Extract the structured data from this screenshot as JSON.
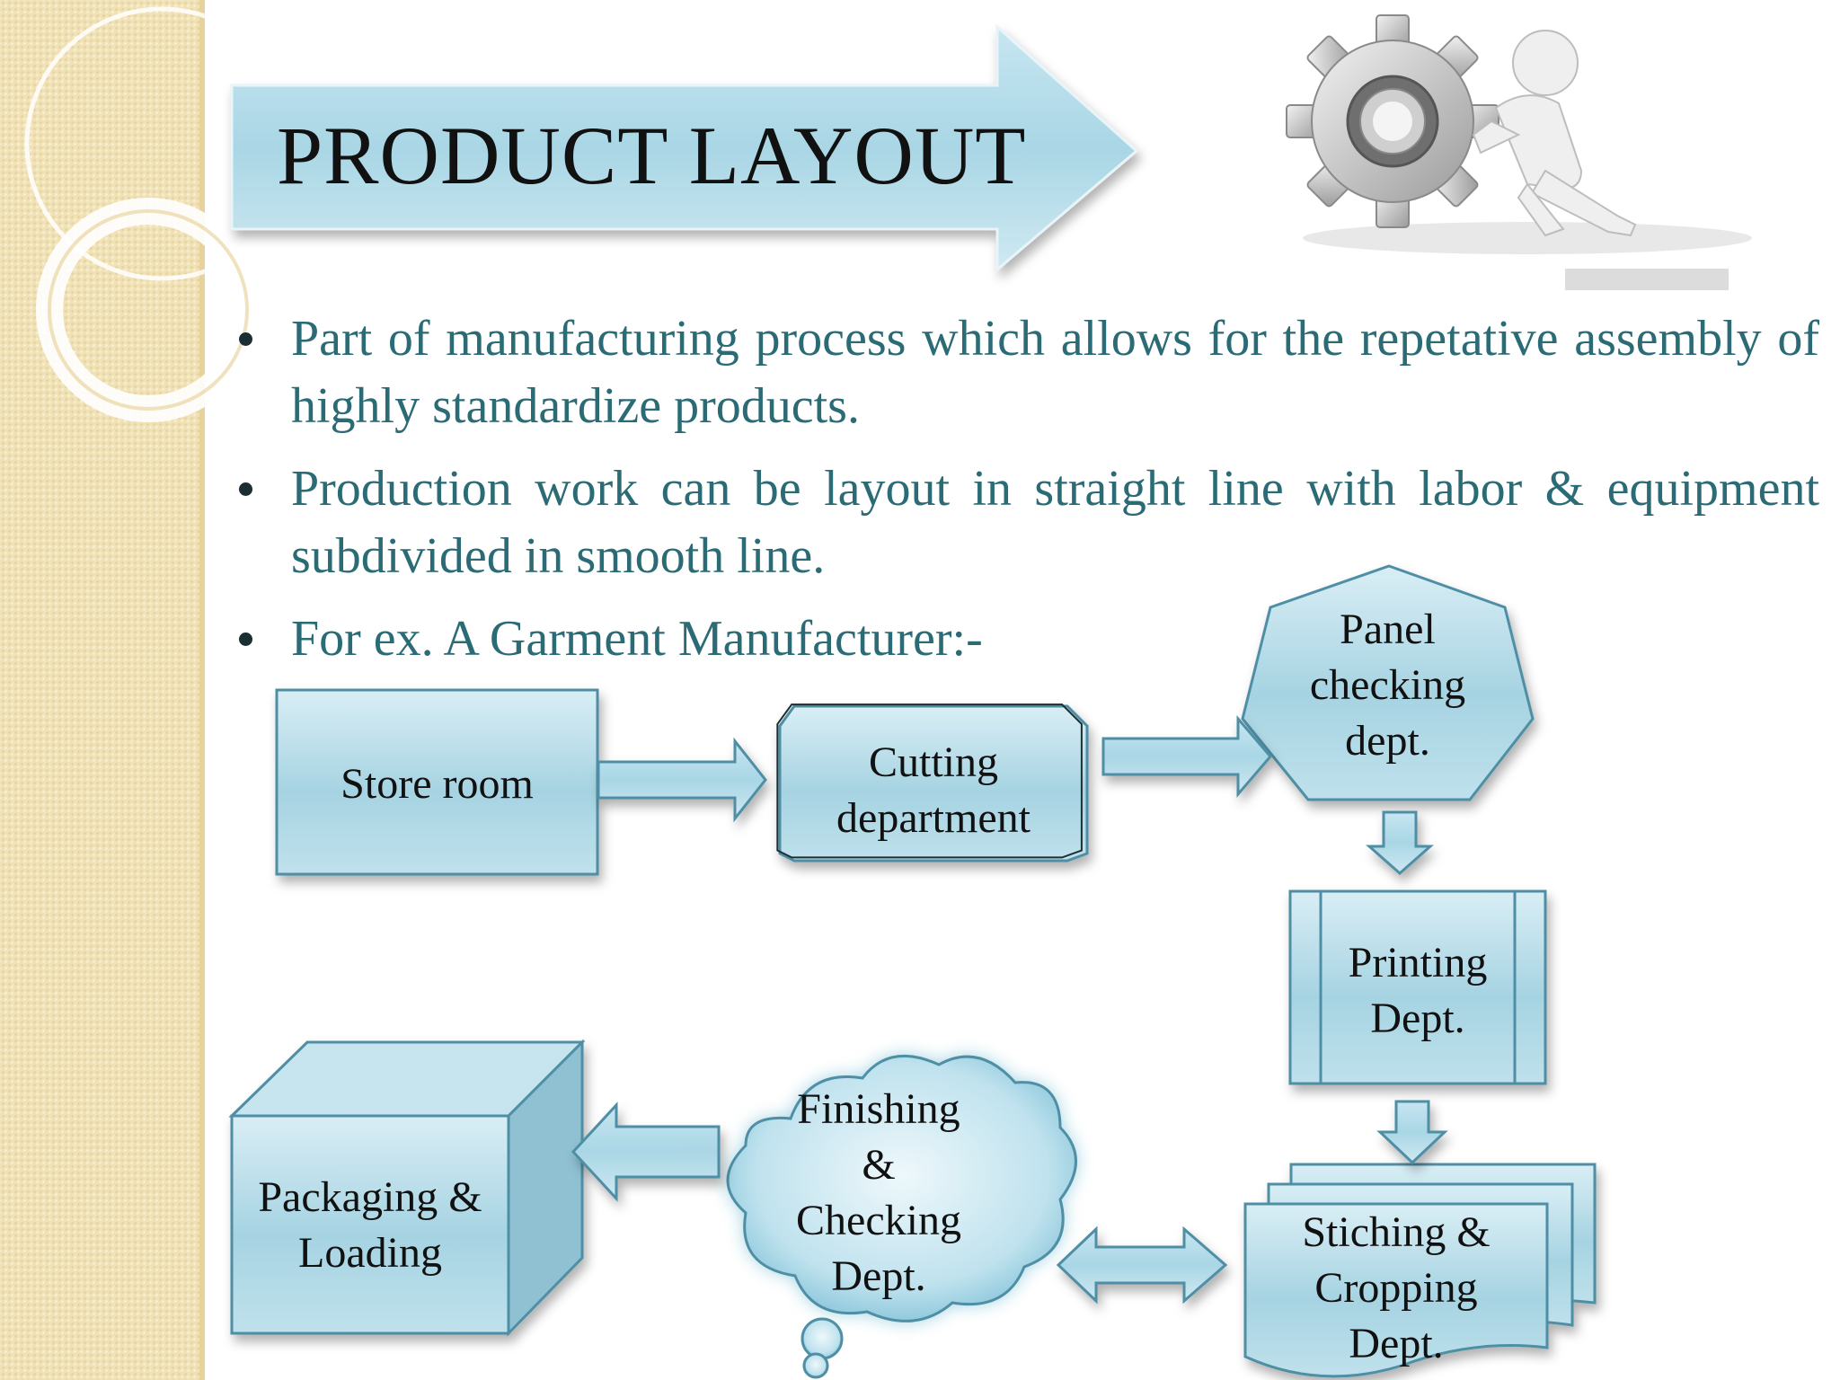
{
  "slide": {
    "title": "PRODUCT LAYOUT",
    "bullets": [
      "Part of manufacturing process which allows for the repetative assembly of highly  standardize products.",
      "Production work can be layout in straight line with labor & equipment subdivided in smooth line.",
      "For ex. A Garment Manufacturer:-"
    ],
    "colors": {
      "accent": "#2a6b75",
      "shape_fill": "#a9d5e3",
      "shape_border": "#4f8fa5",
      "sidebar": "#f1e2b6"
    }
  },
  "image": {
    "icon": "gear-pusher-figure-illustration"
  },
  "flow": {
    "store_room": "Store room",
    "cutting": [
      "Cutting",
      "department"
    ],
    "panel_checking": [
      "Panel",
      "checking",
      "dept."
    ],
    "printing": [
      "Printing",
      "Dept."
    ],
    "stiching": [
      "Stiching &",
      "Cropping",
      "Dept."
    ],
    "finishing": [
      "Finishing",
      "&",
      "Checking",
      "Dept."
    ],
    "packaging": [
      "Packaging &",
      "Loading"
    ]
  }
}
